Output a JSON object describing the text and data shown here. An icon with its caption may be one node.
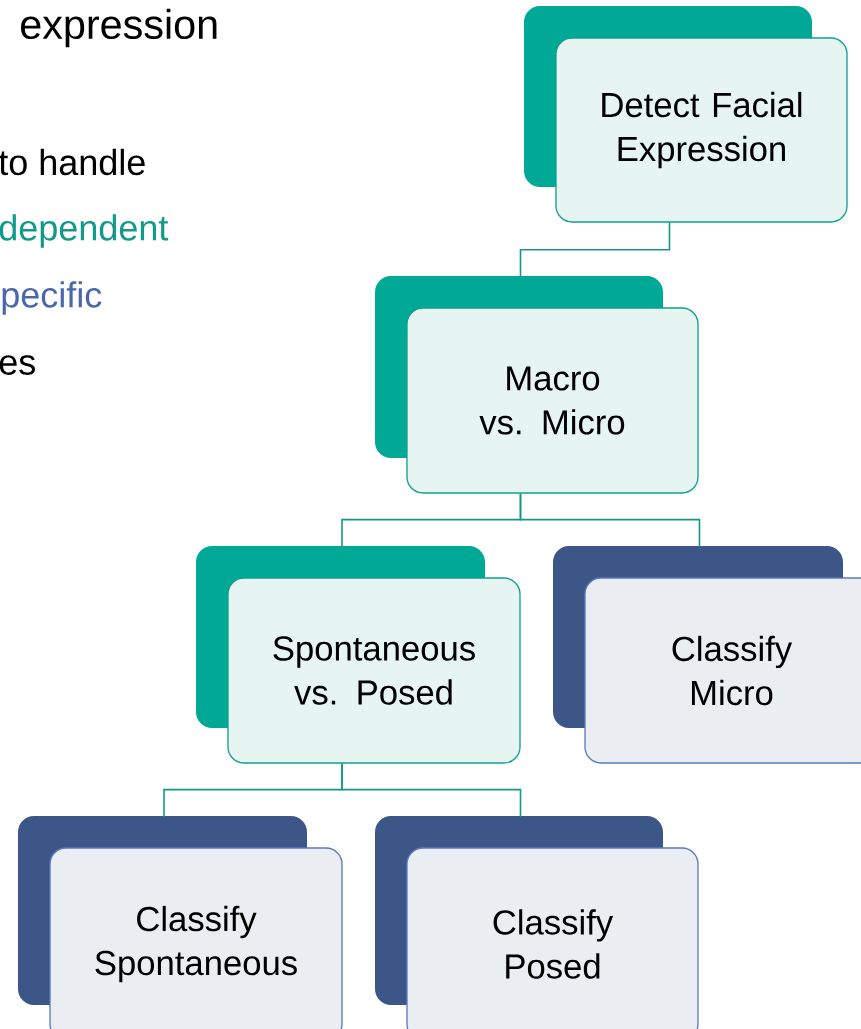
{
  "diagram": {
    "nodes": [
      {
        "text": [
          "Detect Facial Expression"
        ]
      },
      {
        "text": [
          "Macro vs. Micro"
        ]
      },
      {
        "text": [
          "Spontaneous vs. Posed"
        ]
      },
      {
        "text": [
          "Classify Micro"
        ]
      },
      {
        "text": [
          "Classify Spontaneous"
        ]
      },
      {
        "text": [
          "Classify Posed"
        ]
      }
    ],
    "edges": [
      {
        "from": 0,
        "to": 1,
        "arrow": "none"
      },
      {
        "from": 1,
        "to": 2,
        "arrow": "none"
      },
      {
        "from": 1,
        "to": 3,
        "arrow": "none"
      },
      {
        "from": 2,
        "to": 4,
        "arrow": "none"
      },
      {
        "from": 2,
        "to": 5,
        "arrow": "none"
      }
    ],
    "labels": [
      "expression",
      "to handle",
      "dependent",
      "pecific",
      "es"
    ]
  }
}
